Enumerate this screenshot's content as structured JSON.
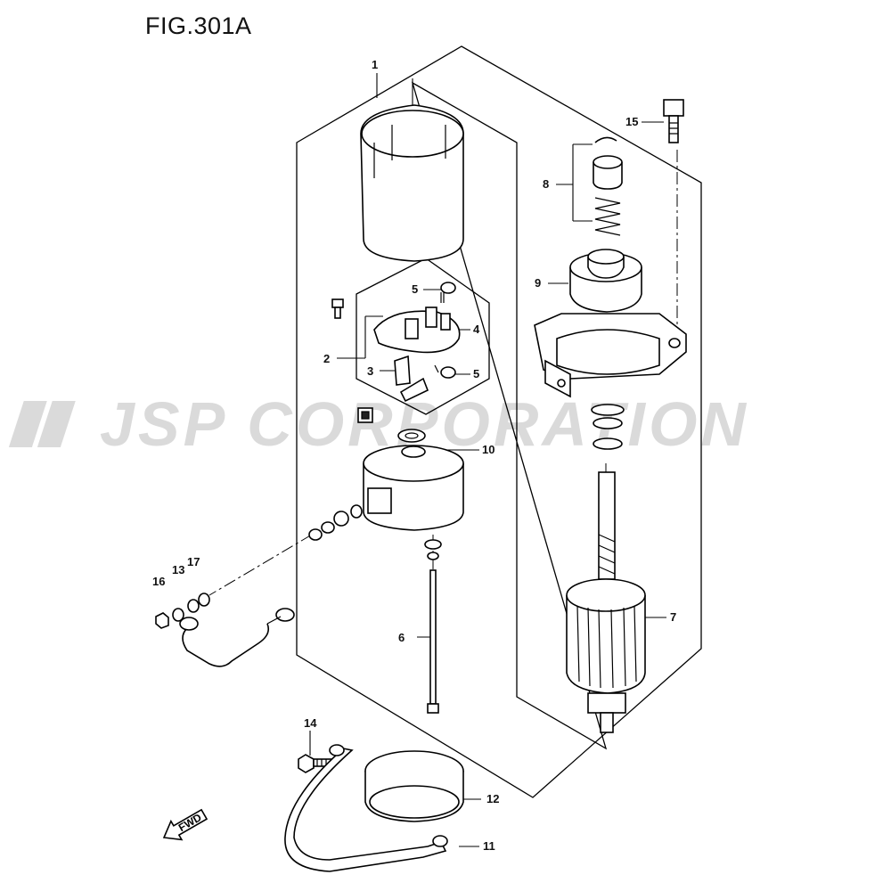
{
  "figure": {
    "title": "FIG.301A",
    "watermark": "JSP CORPORATION",
    "direction_label": "FWD"
  },
  "callouts": [
    {
      "id": "c1",
      "label": "1"
    },
    {
      "id": "c2",
      "label": "2"
    },
    {
      "id": "c3",
      "label": "3"
    },
    {
      "id": "c4",
      "label": "4"
    },
    {
      "id": "c5a",
      "label": "5"
    },
    {
      "id": "c5b",
      "label": "5"
    },
    {
      "id": "c6",
      "label": "6"
    },
    {
      "id": "c7",
      "label": "7"
    },
    {
      "id": "c8",
      "label": "8"
    },
    {
      "id": "c9",
      "label": "9"
    },
    {
      "id": "c10",
      "label": "10"
    },
    {
      "id": "c11",
      "label": "11"
    },
    {
      "id": "c12",
      "label": "12"
    },
    {
      "id": "c13",
      "label": "13"
    },
    {
      "id": "c14",
      "label": "14"
    },
    {
      "id": "c15",
      "label": "15"
    },
    {
      "id": "c16",
      "label": "16"
    },
    {
      "id": "c17",
      "label": "17"
    }
  ]
}
